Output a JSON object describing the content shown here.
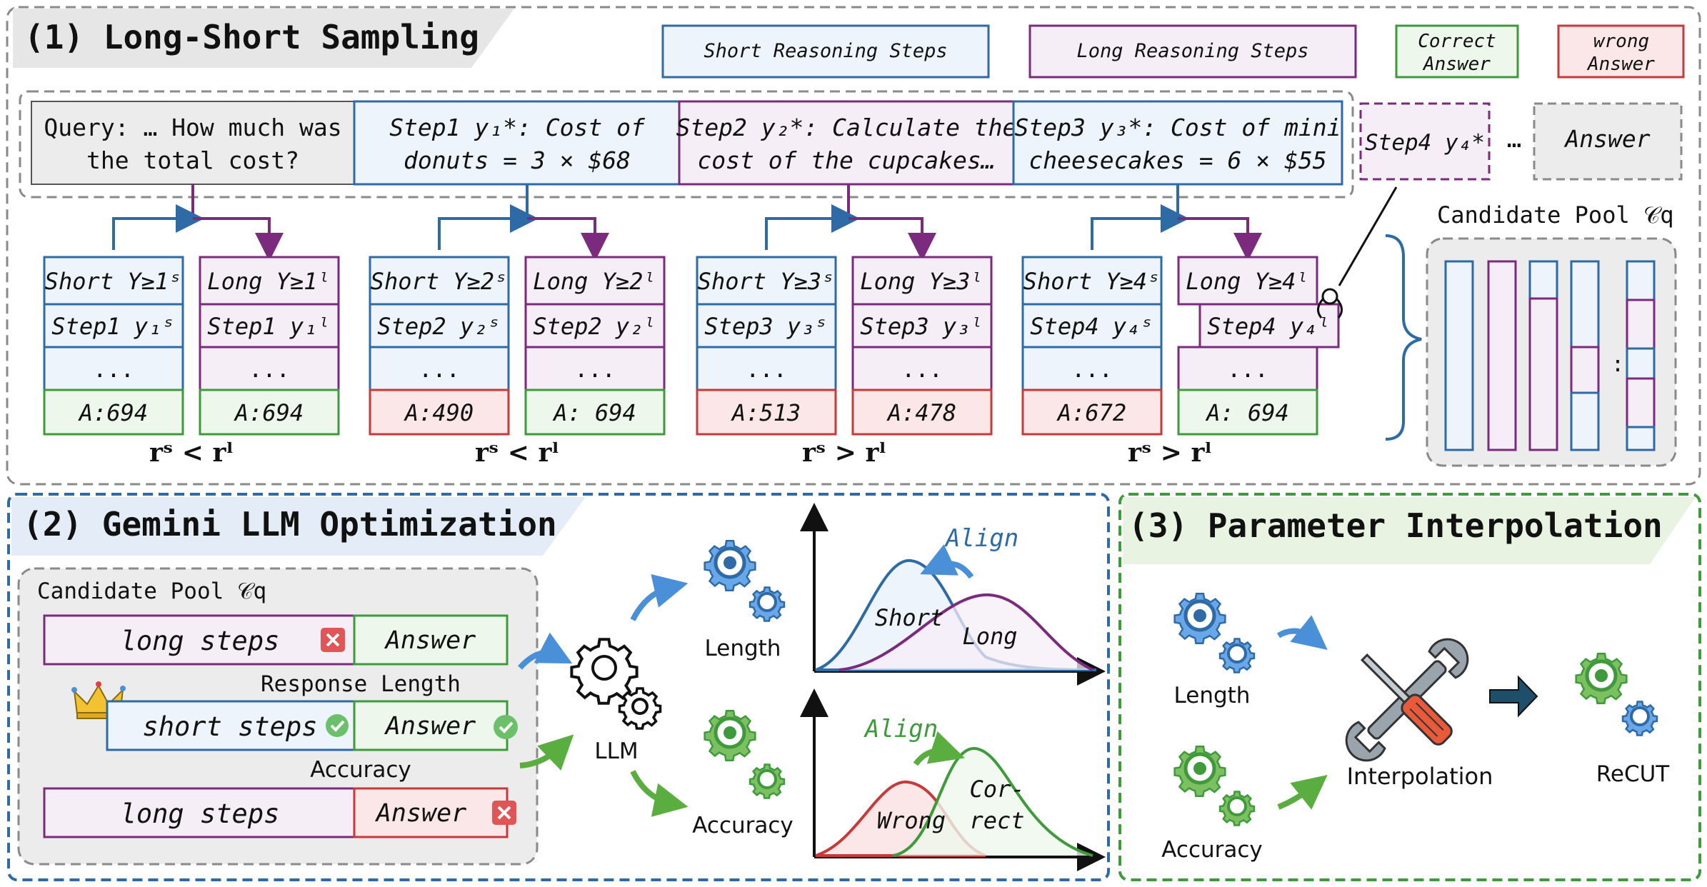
{
  "section1": {
    "title": "(1) Long-Short Sampling",
    "legend": {
      "short": "Short Reasoning Steps",
      "long": "Long Reasoning Steps",
      "correct_1": "Correct",
      "correct_2": "Answer",
      "wrong_1": "wrong",
      "wrong_2": "Answer"
    },
    "query_1": "Query: … How much was",
    "query_2": "the total cost?",
    "step1_1": "Step1 y₁*: Cost of",
    "step1_2": "donuts = 3 × $68",
    "step2_1": "Step2 y₂*: Calculate the",
    "step2_2": "cost of the cupcakes…",
    "step3_1": "Step3 y₃*: Cost of mini",
    "step3_2": "cheesecakes = 6 × $55",
    "step4": "Step4 y₄*",
    "ellipsis": "…",
    "answer": "Answer",
    "pool_label": "Candidate Pool 𝒞q",
    "groups": [
      {
        "short": {
          "head": "Short Y≥1ˢ",
          "step": "Step1 y₁ˢ",
          "dots": "...",
          "ans": "A:694",
          "correct": true
        },
        "long": {
          "head": "Long Y≥1ˡ",
          "step": "Step1 y₁ˡ",
          "dots": "...",
          "ans": "A:694",
          "correct": true
        },
        "cmp": "rˢ < rˡ"
      },
      {
        "short": {
          "head": "Short Y≥2ˢ",
          "step": "Step2 y₂ˢ",
          "dots": "...",
          "ans": "A:490",
          "correct": false
        },
        "long": {
          "head": "Long Y≥2ˡ",
          "step": "Step2 y₂ˡ",
          "dots": "...",
          "ans": "A: 694",
          "correct": true
        },
        "cmp": "rˢ < rˡ"
      },
      {
        "short": {
          "head": "Short Y≥3ˢ",
          "step": "Step3 y₃ˢ",
          "dots": "...",
          "ans": "A:513",
          "correct": false
        },
        "long": {
          "head": "Long Y≥3ˡ",
          "step": "Step3 y₃ˡ",
          "dots": "...",
          "ans": "A:478",
          "correct": false
        },
        "cmp": "rˢ > rˡ"
      },
      {
        "short": {
          "head": "Short Y≥4ˢ",
          "step": "Step4 y₄ˢ",
          "dots": "...",
          "ans": "A:672",
          "correct": false
        },
        "long": {
          "head": "Long Y≥4ˡ",
          "step": "Step4 y₄ˡ",
          "dots": "...",
          "ans": "A: 694",
          "correct": true
        },
        "cmp": "rˢ > rˡ"
      }
    ]
  },
  "section2": {
    "title": "(2) Gemini LLM Optimization",
    "pool_label": "Candidate Pool 𝒞q",
    "row1": {
      "steps": "long steps",
      "answer": "Answer"
    },
    "response_length": "Response Length",
    "row2": {
      "steps": "short steps",
      "answer": "Answer"
    },
    "accuracy_label": "Accuracy",
    "row3": {
      "steps": "long steps",
      "answer": "Answer"
    },
    "llm": "LLM",
    "length": "Length",
    "accuracy": "Accuracy",
    "align_top": "Align",
    "align_bottom": "Align",
    "curve_short": "Short",
    "curve_long": "Long",
    "curve_wrong": "Wrong",
    "curve_correct_1": "Cor-",
    "curve_correct_2": "rect"
  },
  "section3": {
    "title": "(3) Parameter Interpolation",
    "length": "Length",
    "accuracy": "Accuracy",
    "interpolation": "Interpolation",
    "recut": "ReCUT"
  },
  "colors": {
    "blue": "#2e6aa6",
    "blue_fill": "#eef4fb",
    "purple": "#7b2a7e",
    "purple_fill": "#f6eef7",
    "green": "#3f9a3c",
    "green_fill": "#eef7ec",
    "red": "#c73a3a",
    "red_fill": "#fbe7e7",
    "gray_fill": "#ececec",
    "gray_dash": "#8a8a8a",
    "gear_blue": "#4a8fd6",
    "gear_green": "#5cae43",
    "arrow_blue": "#4a90d9",
    "arrow_green": "#5aae3f"
  }
}
